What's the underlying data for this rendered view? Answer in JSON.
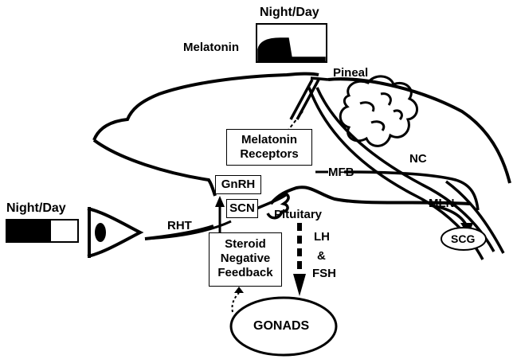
{
  "labels": {
    "night_day_top": "Night/Day",
    "melatonin": "Melatonin",
    "pineal": "Pineal",
    "melatonin_receptors_line1": "Melatonin",
    "melatonin_receptors_line2": "Receptors",
    "nc": "NC",
    "mfb": "MFB",
    "gnrh": "GnRH",
    "scn": "SCN",
    "mln": "MLN",
    "pituitary": "Pituitary",
    "night_day_left": "Night/Day",
    "rht": "RHT",
    "scg": "SCG",
    "steroid_line1": "Steroid",
    "steroid_line2": "Negative",
    "steroid_line3": "Feedback",
    "lh": "LH",
    "amp": "&",
    "fsh": "FSH",
    "gonads": "GONADS"
  },
  "colors": {
    "ink": "#000000",
    "paper": "#ffffff"
  }
}
